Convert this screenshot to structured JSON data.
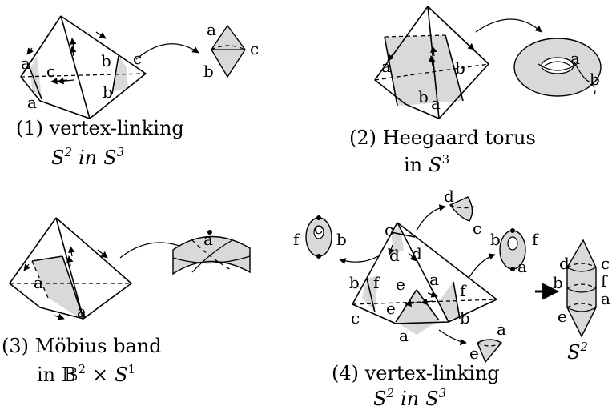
{
  "panels": [
    {
      "number": "(1)",
      "line1": "vertex-linking",
      "line2_math": "S",
      "line2_exp": "2",
      "line2_mid": "in",
      "line2_math2": "S",
      "line2_exp2": "3",
      "labels": [
        "a",
        "a",
        "c",
        "b",
        "b",
        "c"
      ],
      "result_labels": [
        "a",
        "b",
        "c"
      ]
    },
    {
      "number": "(2)",
      "line1": "Heegaard torus",
      "line2_mid": "in",
      "line2_math": "S",
      "line2_exp": "3",
      "labels": [
        "a",
        "b",
        "b",
        "a"
      ],
      "result_labels": [
        "a",
        "b"
      ]
    },
    {
      "number": "(3)",
      "line1": "Möbius band",
      "line2_mid": "in",
      "line2_bb": "𝔹",
      "line2_exp": "2",
      "line2_times": "×",
      "line2_math2": "S",
      "line2_exp2": "1",
      "labels": [
        "a",
        "a"
      ],
      "result_labels": [
        "a"
      ]
    },
    {
      "number": "(4)",
      "line1": "vertex-linking",
      "line2_math": "S",
      "line2_exp": "2",
      "line2_mid": "in",
      "line2_math2": "S",
      "line2_exp2": "3",
      "labels": [
        "c",
        "d",
        "d",
        "b",
        "f",
        "e",
        "a",
        "f",
        "e",
        "c",
        "b",
        "a"
      ],
      "left_link_labels": [
        "c",
        "f",
        "b"
      ],
      "right_link_labels": [
        "b",
        "f",
        "a"
      ],
      "top_piece_labels": [
        "d",
        "c"
      ],
      "bottom_piece_labels": [
        "a",
        "e"
      ],
      "result_labels": [
        "d",
        "c",
        "b",
        "f",
        "a",
        "e"
      ],
      "result_math": "S",
      "result_exp": "2"
    }
  ]
}
